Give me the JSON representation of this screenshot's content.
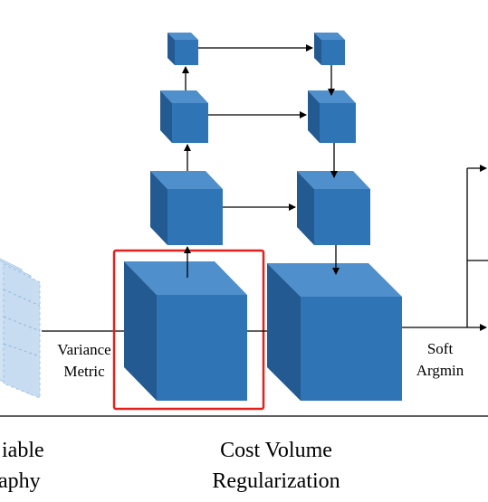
{
  "labels": {
    "variance_line1": "Variance",
    "variance_line2": "Metric",
    "soft_line1": "Soft",
    "soft_line2": "Argmin",
    "left_caption_line1": "iable",
    "left_caption_line2": "aphy",
    "center_caption_line1": "Cost Volume",
    "center_caption_line2": "Regularization"
  },
  "colors": {
    "cube_front": "#2f75b6",
    "cube_top": "#4f8fcc",
    "cube_side": "#235a91",
    "highlight_box": "#e3201b",
    "arrow": "#000000",
    "planes": "#bcd6ee"
  }
}
